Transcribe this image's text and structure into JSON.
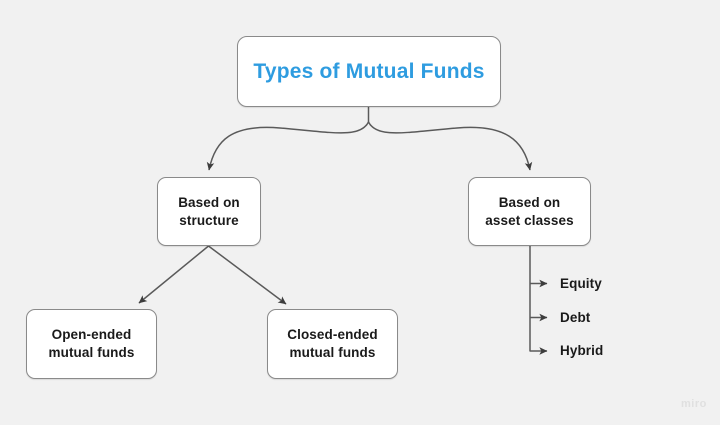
{
  "diagram": {
    "background_color": "#f1f1f1",
    "title_color": "#2e9ce0",
    "node_border_color": "#8a8a8a",
    "node_fill_color": "#ffffff",
    "connector_color": "#4a4a4a",
    "text_color": "#1a1a1a",
    "root": {
      "id": "types-of-mutual-funds",
      "label": "Types of Mutual Funds"
    },
    "branches": [
      {
        "id": "based-on-structure",
        "label": "Based on\nstructure",
        "children": [
          {
            "id": "open-ended-mutual-funds",
            "label": "Open-ended\nmutual funds"
          },
          {
            "id": "closed-ended-mutual-funds",
            "label": "Closed-ended\nmutual funds"
          }
        ]
      },
      {
        "id": "based-on-asset-classes",
        "label": "Based on\nasset classes",
        "children": [
          {
            "id": "equity",
            "label": "Equity"
          },
          {
            "id": "debt",
            "label": "Debt"
          },
          {
            "id": "hybrid",
            "label": "Hybrid"
          }
        ]
      }
    ],
    "watermark": "miro"
  }
}
